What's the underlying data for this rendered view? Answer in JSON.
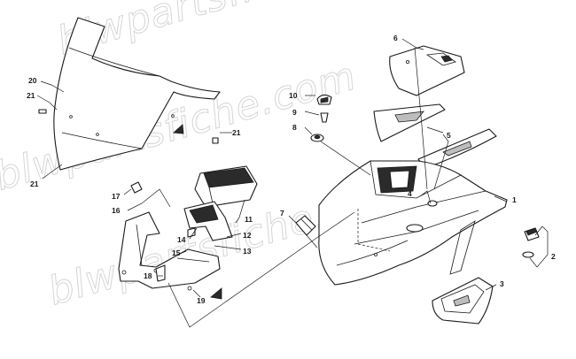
{
  "watermark": "blwpartsfiche.com",
  "callouts": [
    "1",
    "2",
    "3",
    "4",
    "5",
    "6",
    "7",
    "8",
    "9",
    "10",
    "11",
    "12",
    "13",
    "14",
    "15",
    "16",
    "17",
    "18",
    "19",
    "20",
    "21",
    "21",
    "21"
  ]
}
